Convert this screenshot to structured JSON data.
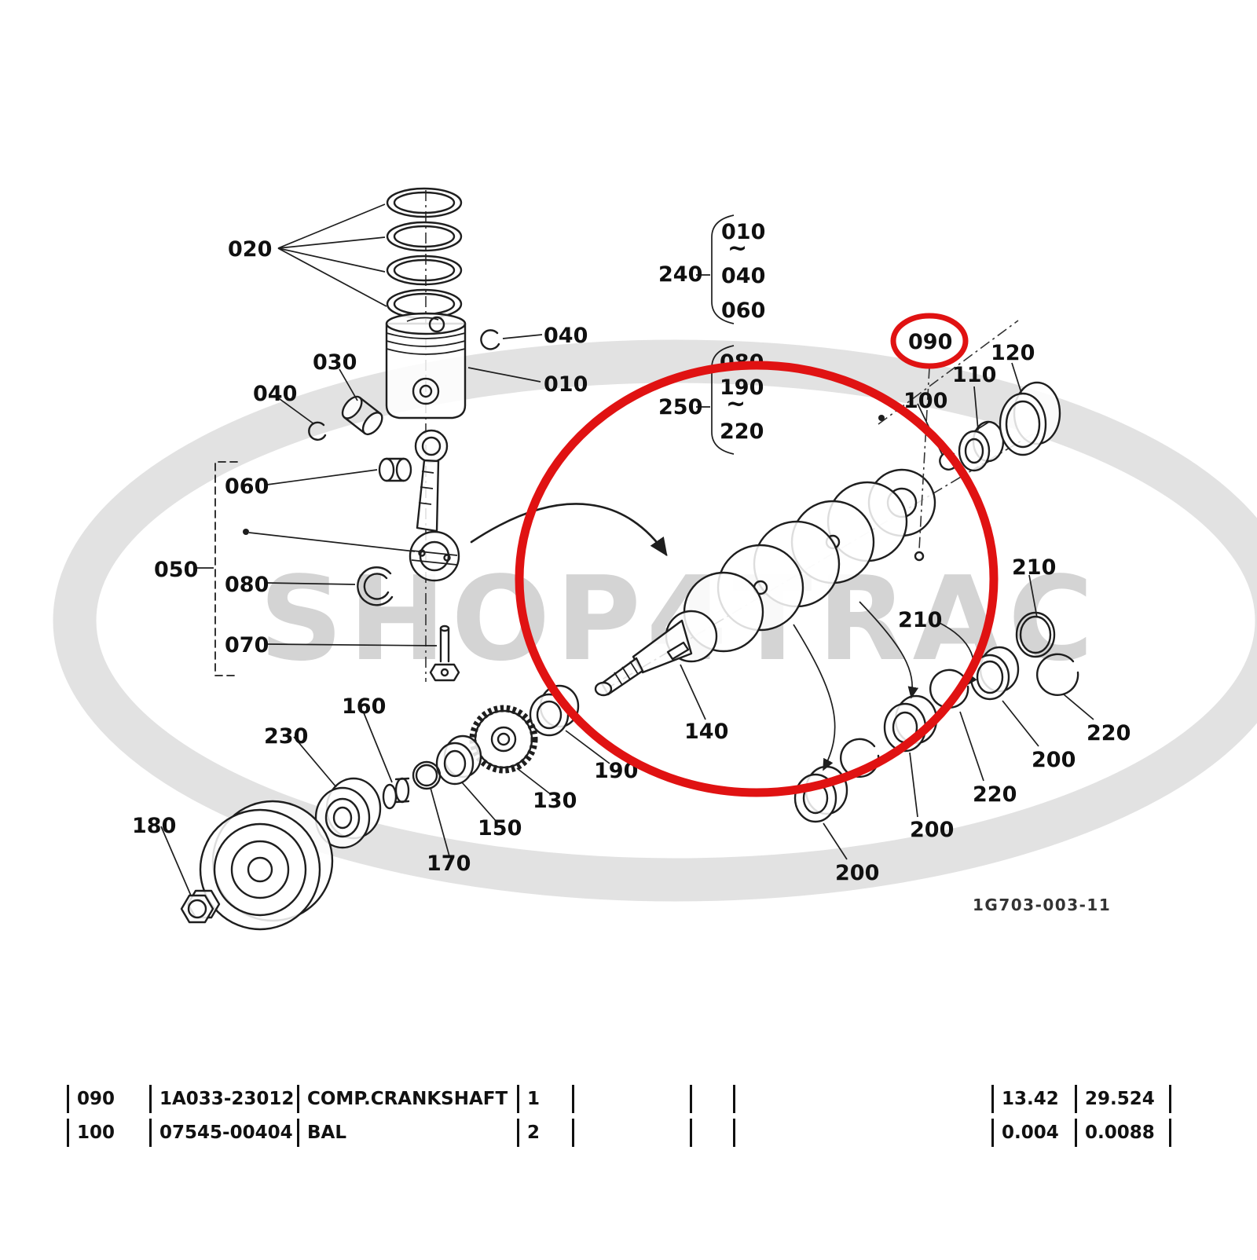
{
  "watermark": {
    "text": "SHOP4TRAC"
  },
  "highlight_color": "#e01212",
  "diagram_code": "1G703-003-11",
  "labels": {
    "piston_rings": "020",
    "circlip_top": "040",
    "piston_pin": "030",
    "piston": "010",
    "circlip_left": "040",
    "rod_bushing": "060",
    "conrod_assy": "050",
    "rod_bearing": "080",
    "rod_bolt": "070",
    "group_piston": "240",
    "g1_start": "010",
    "g1_tilde": "~",
    "g1_mid": "040",
    "g1_end": "060",
    "group_crank": "250",
    "g2_a": "080",
    "g2_b": "190",
    "g2_tilde": "~",
    "g2_c": "220",
    "crankshaft": "090",
    "circlip_front": "100",
    "bearing_front": "110",
    "seal_front": "120",
    "gear": "130",
    "key": "140",
    "ring_150": "150",
    "collar": "160",
    "oring": "170",
    "pulley": "180",
    "main_bearing": "190",
    "bearing_r1": "200",
    "bearing_r2": "200",
    "bearing_r3": "200",
    "snapring_mid": "210",
    "snapring_right": "210",
    "circlip_r1": "220",
    "circlip_r2": "220",
    "seal_rear": "230"
  },
  "parts_table": {
    "rows": [
      {
        "ref": "090",
        "part_no": "1A033-23012",
        "description": "COMP.CRANKSHAFT",
        "qty": "1",
        "col5": "",
        "col6": "",
        "col7": "",
        "val1": "13.42",
        "val2": "29.524"
      }
    ],
    "partial_row": {
      "ref": "100",
      "part_no": "07545-00404",
      "description": "BAL",
      "qty": "2",
      "col5": "",
      "col6": "",
      "col7": "",
      "val1": "0.004",
      "val2": "0.0088"
    }
  }
}
